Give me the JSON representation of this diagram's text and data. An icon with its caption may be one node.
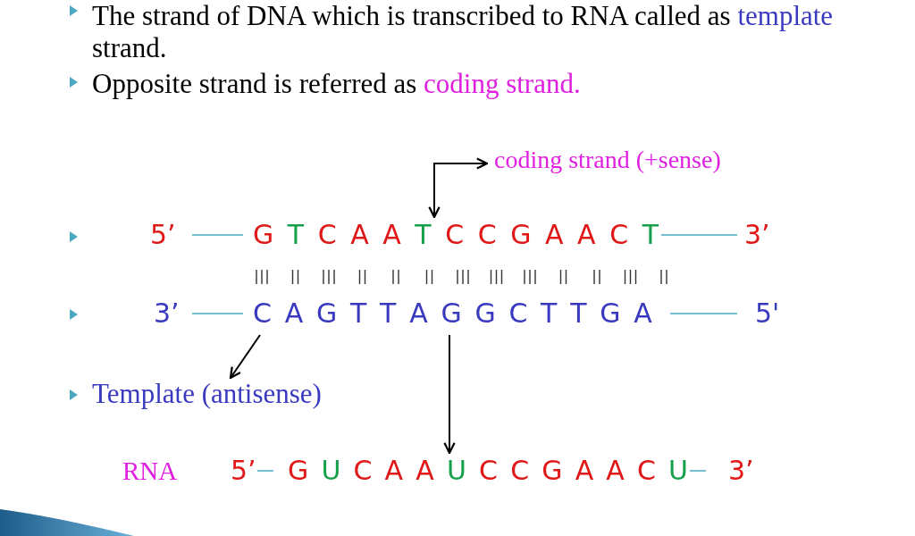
{
  "diagram": {
    "nodes": [
      {
        "text": [
          "coding strand (+sense)"
        ]
      },
      {
        "text": [
          "5’",
          "G T C A A T C C G A A C T",
          "3’"
        ]
      },
      {
        "text": [
          "3’",
          "C A G T T A G G C T T G A",
          "5'"
        ]
      },
      {
        "text": [
          "Template (antisense)"
        ]
      },
      {
        "text": [
          "5’",
          "G U C A A U C C G A A C U",
          "3’"
        ],
        "beside": [
          "RNA"
        ]
      }
    ],
    "edges": [
      {
        "from": 0,
        "to": 1,
        "arrow": "both"
      },
      {
        "from": 2,
        "to": 3,
        "arrow": "to"
      },
      {
        "from": 2,
        "to": 4,
        "arrow": "to"
      }
    ],
    "labels": [
      "The strand of DNA which is transcribed to RNA called as template strand.",
      "Opposite strand is referred as coding strand."
    ]
  }
}
